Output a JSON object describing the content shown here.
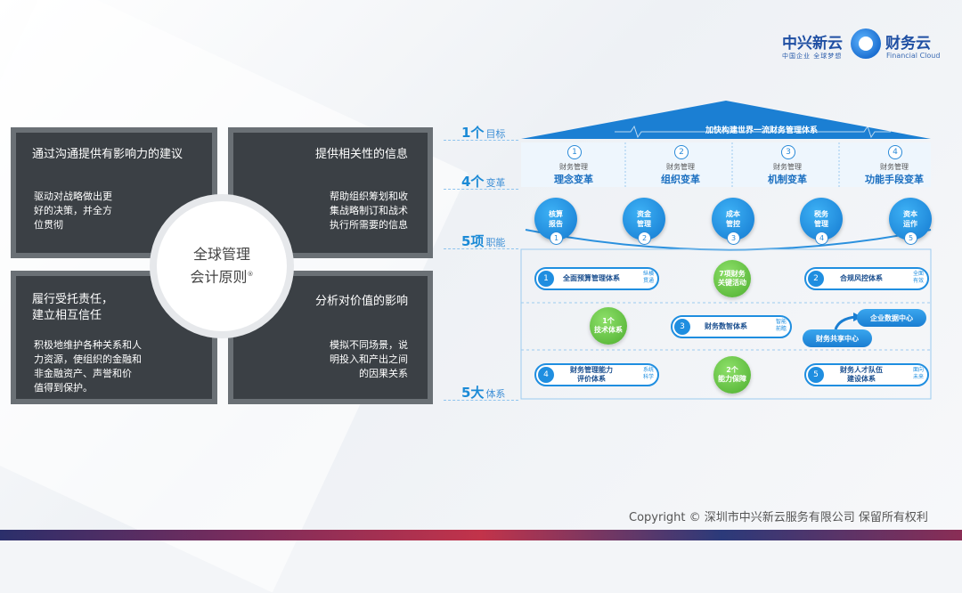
{
  "logo": {
    "zx_name": "中兴新云",
    "zx_slogan": "中国企业 全球梦想",
    "cw_name": "财务云",
    "cw_en": "Financial Cloud"
  },
  "quadrants": {
    "tl": {
      "title": "通过沟通提供有影响力的建议",
      "body": [
        "驱动对战略做出更",
        "好的决策，并全方",
        "位贯彻"
      ]
    },
    "tr": {
      "title": "提供相关性的信息",
      "body": [
        "帮助组织筹划和收",
        "集战略制订和战术",
        "执行所需要的信息"
      ]
    },
    "bl": {
      "title": [
        "履行受托责任，",
        "建立相互信任"
      ],
      "body": [
        "积极地维护各种关系和人",
        "力资源，使组织的金融和",
        "非金融资产、声誉和价",
        "值得到保护。"
      ]
    },
    "br": {
      "title": "分析对价值的影响",
      "body": [
        "模拟不同场景，说",
        "明投入和产出之间",
        "的因果关系"
      ]
    }
  },
  "center": {
    "line1": "全球管理",
    "line2": "会计原则",
    "mark": "®"
  },
  "rows": {
    "r1": {
      "num": "1个",
      "label": "目标"
    },
    "r2": {
      "num": "4个",
      "label": "变革"
    },
    "r3": {
      "num": "5项",
      "label": "职能"
    },
    "r4": {
      "num": "5大",
      "label": "体系"
    }
  },
  "roof_title": "加快构建世界一流财务管理体系",
  "changes": [
    {
      "num": "1",
      "sub": "财务管理",
      "main": "理念变革"
    },
    {
      "num": "2",
      "sub": "财务管理",
      "main": "组织变革"
    },
    {
      "num": "3",
      "sub": "财务管理",
      "main": "机制变革"
    },
    {
      "num": "4",
      "sub": "财务管理",
      "main": "功能手段变革"
    }
  ],
  "functions": [
    {
      "l1": "核算",
      "l2": "报告",
      "num": "1"
    },
    {
      "l1": "资金",
      "l2": "管理",
      "num": "2"
    },
    {
      "l1": "成本",
      "l2": "管控",
      "num": "3"
    },
    {
      "l1": "税务",
      "l2": "管理",
      "num": "4"
    },
    {
      "l1": "资本",
      "l2": "运作",
      "num": "5"
    }
  ],
  "systems": {
    "s1": {
      "num": "1",
      "main": "全面预算管理体系",
      "side": [
        "纵横",
        "贯通"
      ]
    },
    "s2": {
      "num": "2",
      "main": "合规风控体系",
      "side": [
        "全面",
        "有效"
      ]
    },
    "s3": {
      "num": "3",
      "main": "财务数智体系",
      "side": [
        "智能",
        "前瞻"
      ]
    },
    "s4": {
      "num": "4",
      "main": [
        "财务管理能力",
        "评价体系"
      ],
      "side": [
        "系统",
        "科学"
      ]
    },
    "s5": {
      "num": "5",
      "main": [
        "财务人才队伍",
        "建设体系"
      ],
      "side": [
        "面向",
        "未来"
      ]
    }
  },
  "greens": {
    "g1": [
      "7项财务",
      "关键活动"
    ],
    "g2": [
      "1个",
      "技术体系"
    ],
    "g3": [
      "2个",
      "能力保障"
    ]
  },
  "bars": {
    "data_center": "企业数据中心",
    "shared_center": "财务共享中心"
  },
  "copyright": "Copyright © 深圳市中兴新云服务有限公司 保留所有权利"
}
